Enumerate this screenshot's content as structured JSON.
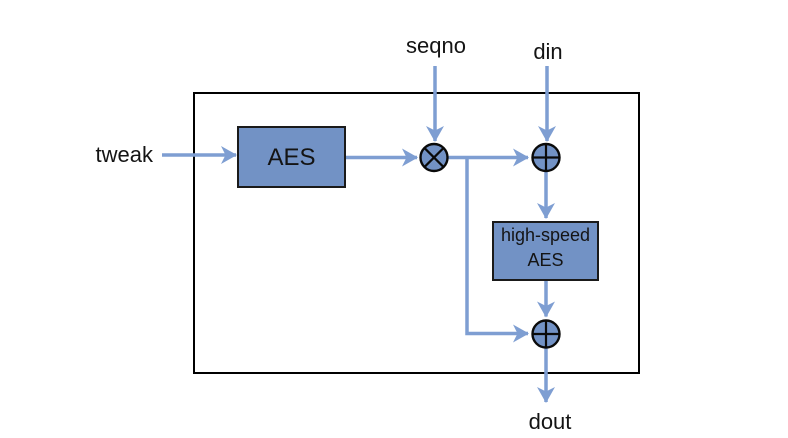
{
  "diagram": {
    "inputs": {
      "tweak": {
        "label": "tweak"
      },
      "seqno": {
        "label": "seqno"
      },
      "din": {
        "label": "din"
      }
    },
    "output": {
      "dout": {
        "label": "dout"
      }
    },
    "blocks": {
      "aes": {
        "label": "AES"
      },
      "high_speed_aes": {
        "label_line1": "high-speed",
        "label_line2": "AES"
      }
    },
    "operators": {
      "multiply_icon": "⊗",
      "xor_icon": "⊕"
    },
    "colors": {
      "block_fill": "#7292C5",
      "connector": "#7E9ED2",
      "outline": "#000000"
    }
  }
}
